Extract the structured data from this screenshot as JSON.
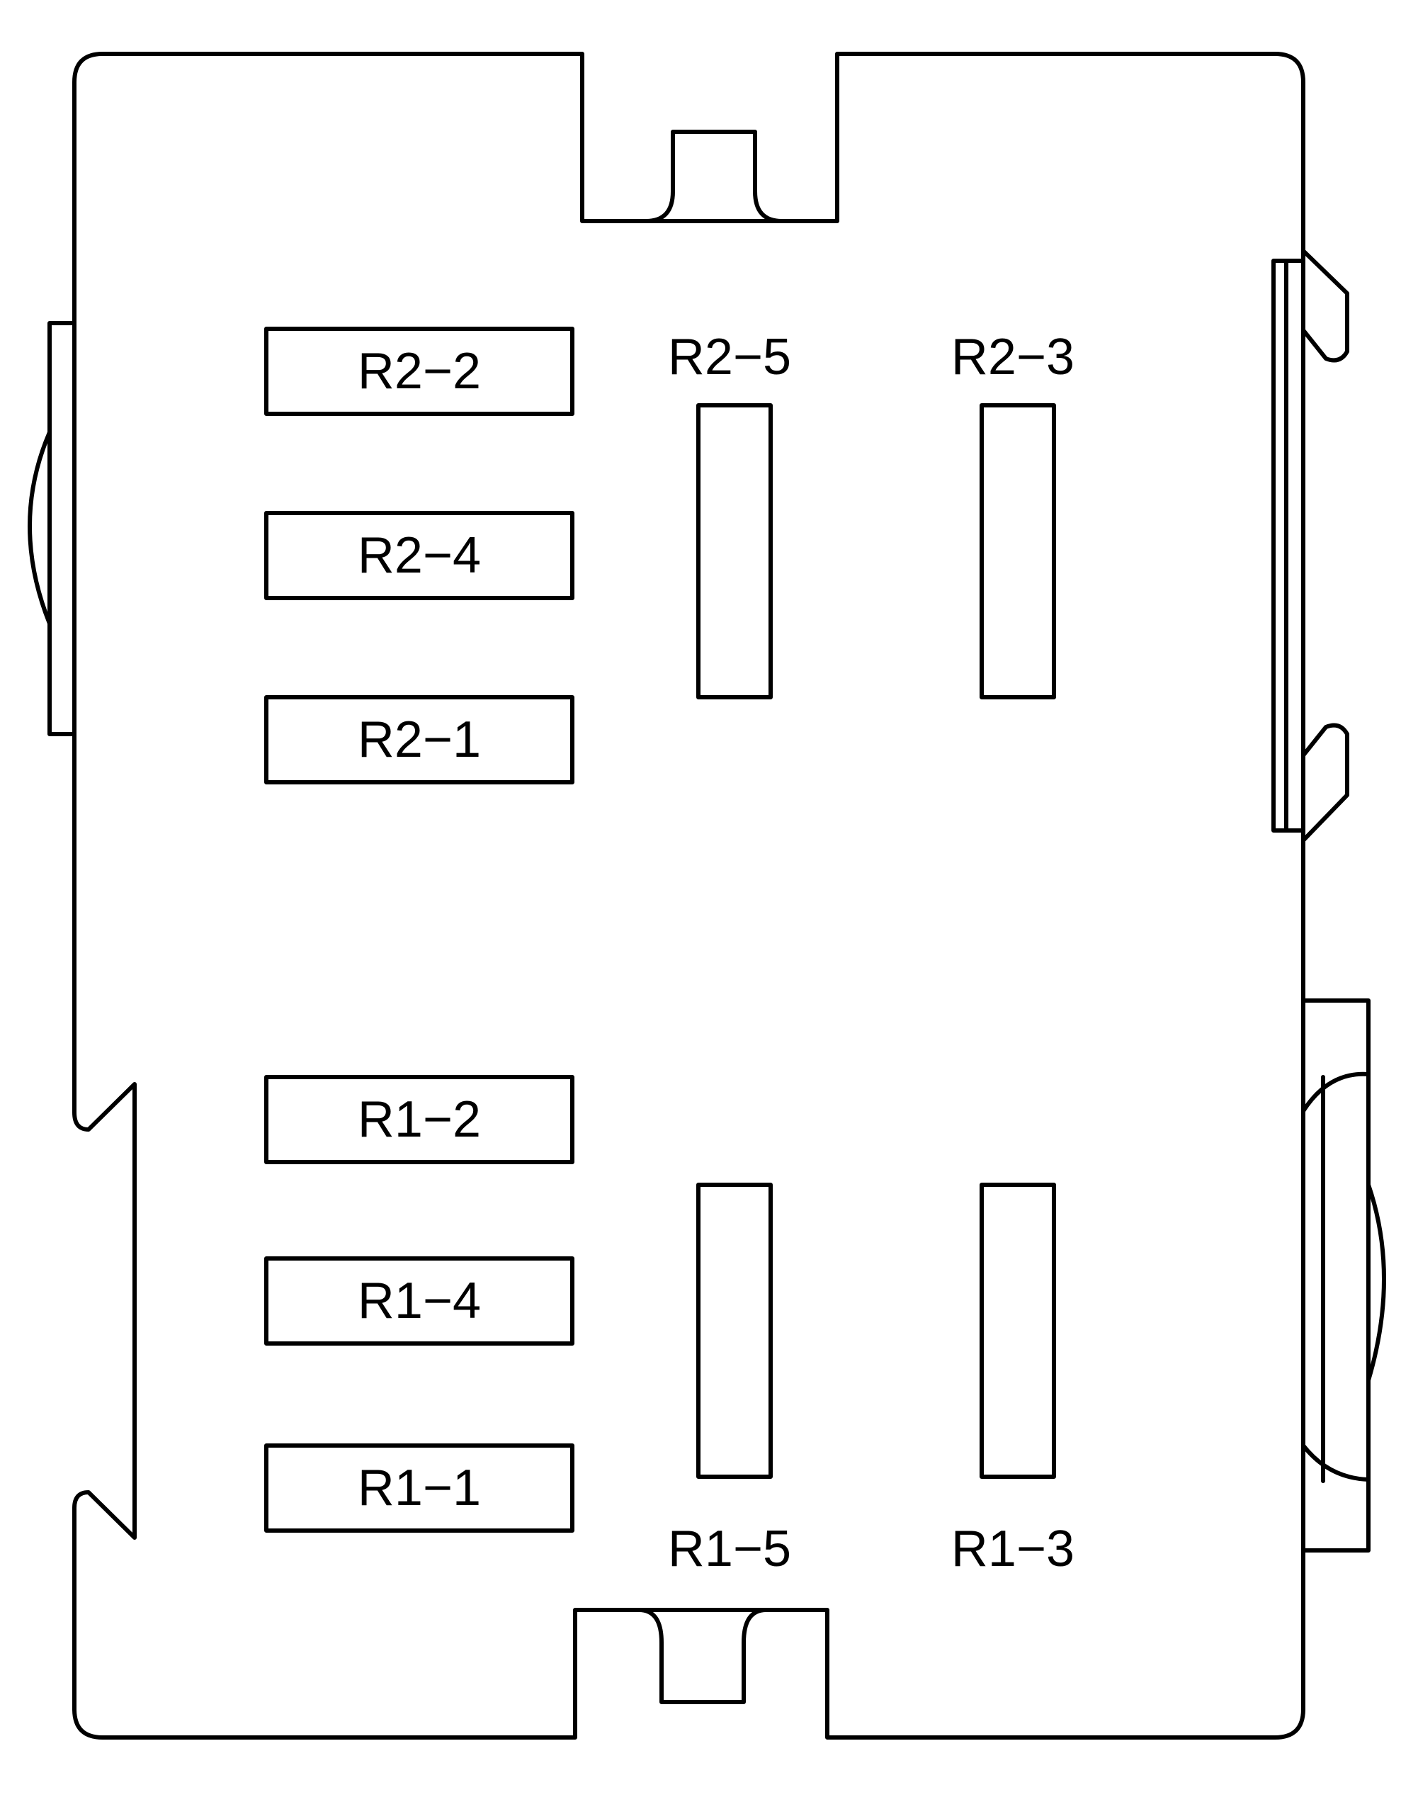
{
  "diagram": {
    "colors": {
      "stroke": "#000000",
      "fill": "#ffffff"
    },
    "slots": {
      "r2_2": "R2−2",
      "r2_4": "R2−4",
      "r2_1": "R2−1",
      "r1_2": "R1−2",
      "r1_4": "R1−4",
      "r1_1": "R1−1"
    },
    "terminals": {
      "r2_5": "R2−5",
      "r2_3": "R2−3",
      "r1_5": "R1−5",
      "r1_3": "R1−3"
    }
  }
}
